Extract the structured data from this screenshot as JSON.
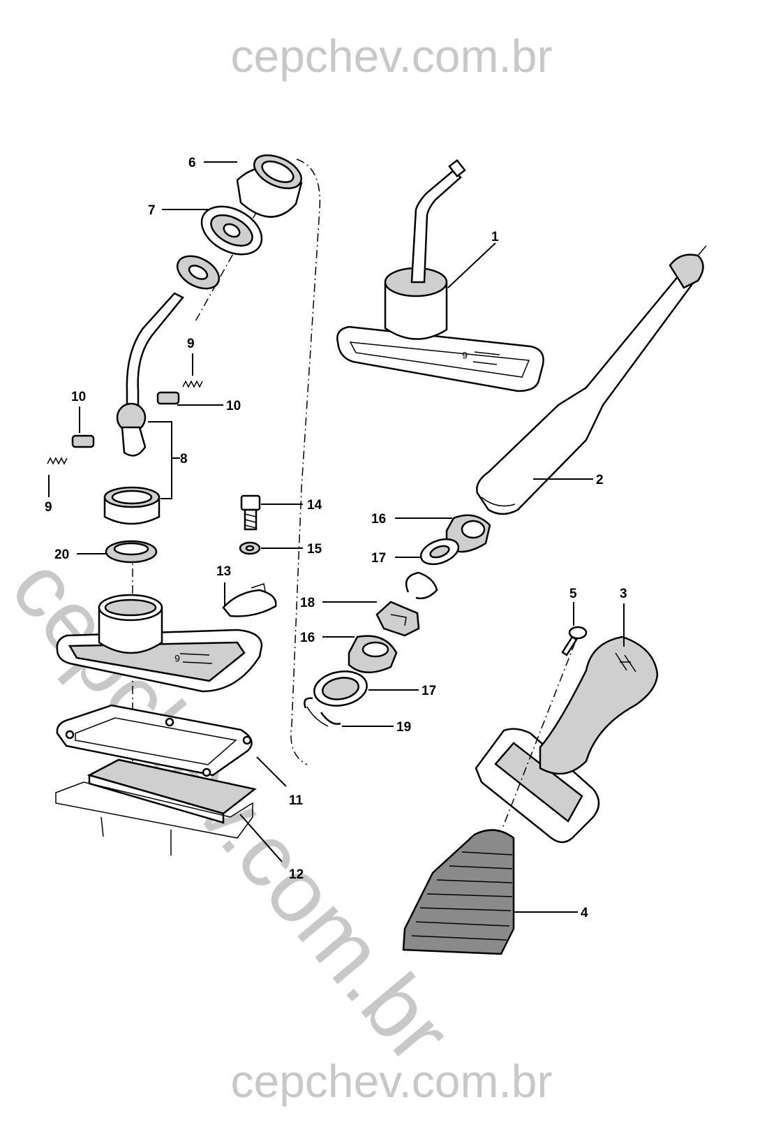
{
  "watermark": {
    "top": "cepchev.com.br",
    "diagonal": "cepchev.com.br",
    "bottom": "cepchev.com.br"
  },
  "diagram": {
    "arrow_marks": [
      "6",
      "6"
    ],
    "callouts": [
      {
        "id": "c1",
        "text": "1"
      },
      {
        "id": "c2",
        "text": "2"
      },
      {
        "id": "c3",
        "text": "3"
      },
      {
        "id": "c4",
        "text": "4"
      },
      {
        "id": "c5",
        "text": "5"
      },
      {
        "id": "c6",
        "text": "6"
      },
      {
        "id": "c7",
        "text": "7"
      },
      {
        "id": "c8",
        "text": "8"
      },
      {
        "id": "c9a",
        "text": "9"
      },
      {
        "id": "c9b",
        "text": "9"
      },
      {
        "id": "c10a",
        "text": "10"
      },
      {
        "id": "c10b",
        "text": "10"
      },
      {
        "id": "c11",
        "text": "11"
      },
      {
        "id": "c12",
        "text": "12"
      },
      {
        "id": "c13",
        "text": "13"
      },
      {
        "id": "c14",
        "text": "14"
      },
      {
        "id": "c15",
        "text": "15"
      },
      {
        "id": "c16a",
        "text": "16"
      },
      {
        "id": "c16b",
        "text": "16"
      },
      {
        "id": "c17a",
        "text": "17"
      },
      {
        "id": "c17b",
        "text": "17"
      },
      {
        "id": "c18",
        "text": "18"
      },
      {
        "id": "c19",
        "text": "19"
      },
      {
        "id": "c20",
        "text": "20"
      }
    ]
  }
}
